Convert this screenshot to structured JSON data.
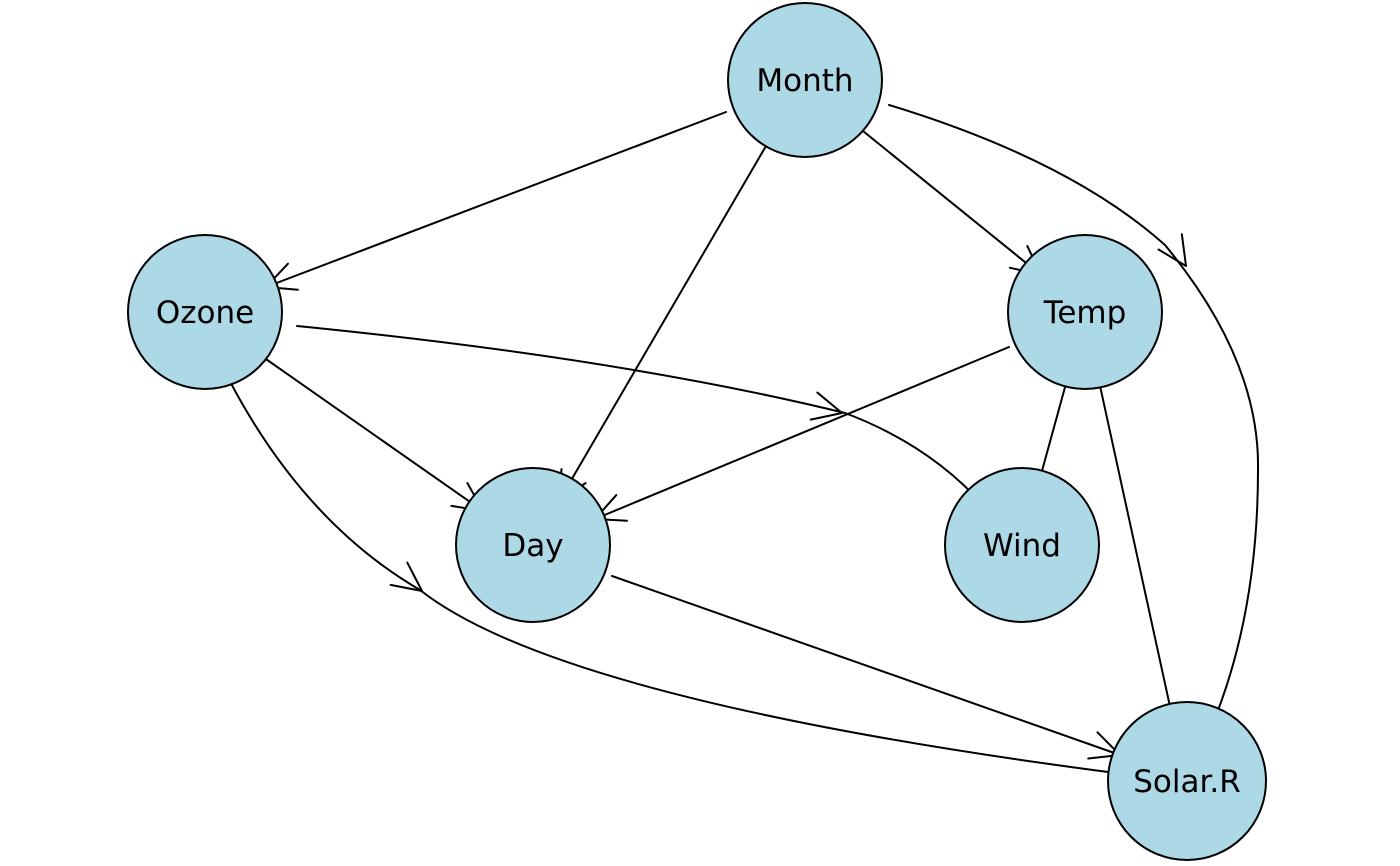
{
  "graph": {
    "node_fill": "#add8e6",
    "node_stroke": "#000000",
    "edge_color": "#000000",
    "nodes": [
      {
        "id": "month",
        "label": "Month"
      },
      {
        "id": "ozone",
        "label": "Ozone"
      },
      {
        "id": "temp",
        "label": "Temp"
      },
      {
        "id": "day",
        "label": "Day"
      },
      {
        "id": "wind",
        "label": "Wind"
      },
      {
        "id": "solar",
        "label": "Solar.R"
      }
    ],
    "edges": [
      {
        "from": "month",
        "to": "ozone"
      },
      {
        "from": "month",
        "to": "day"
      },
      {
        "from": "month",
        "to": "temp"
      },
      {
        "from": "month",
        "to": "solar"
      },
      {
        "from": "ozone",
        "to": "day"
      },
      {
        "from": "ozone",
        "to": "wind"
      },
      {
        "from": "ozone",
        "to": "solar"
      },
      {
        "from": "temp",
        "to": "day"
      },
      {
        "from": "temp",
        "to": "wind"
      },
      {
        "from": "temp",
        "to": "solar"
      },
      {
        "from": "day",
        "to": "solar"
      }
    ]
  }
}
